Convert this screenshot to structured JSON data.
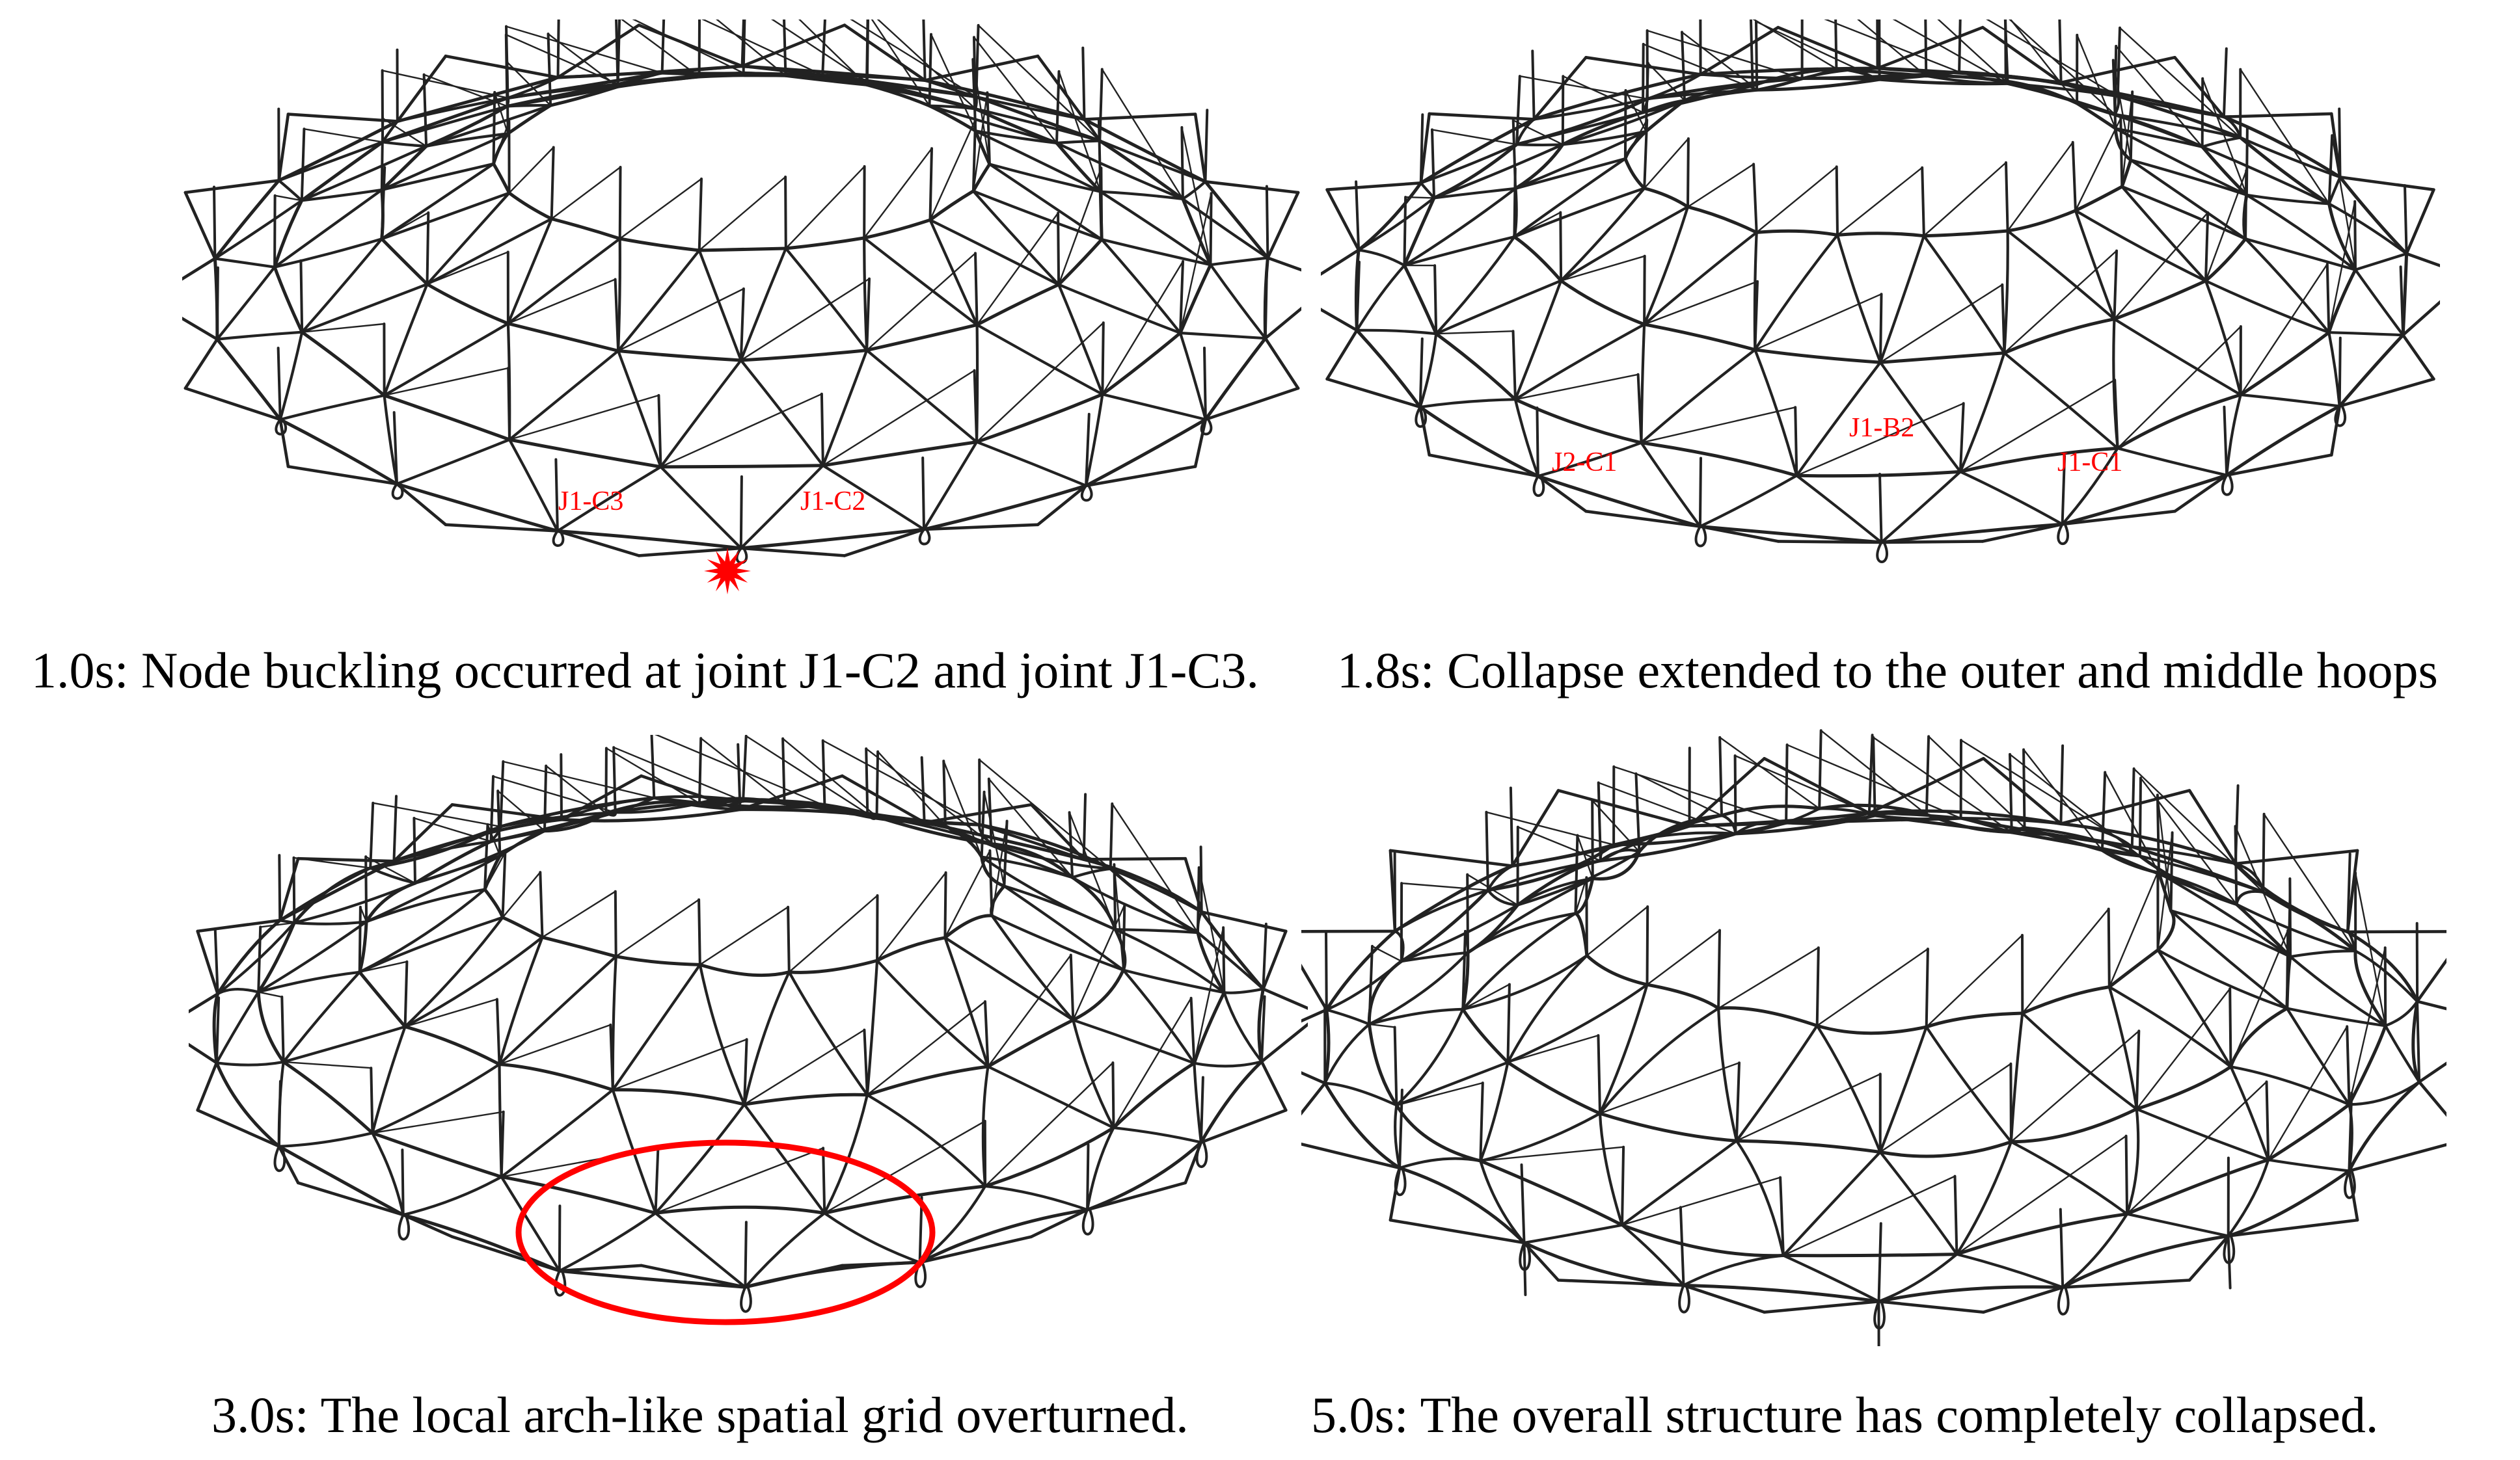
{
  "colors": {
    "stroke": "#222222",
    "accent": "#ff0000",
    "background": "#ffffff"
  },
  "panels": [
    {
      "id": "p1",
      "state": "node-buckling",
      "caption": "1.0s: Node buckling occurred at joint J1-C2 and joint J1-C3.",
      "labels": [
        "J1-C3",
        "J1-C2"
      ]
    },
    {
      "id": "p2",
      "state": "hoops-collapse",
      "caption": "1.8s: Collapse extended to the outer and middle hoops",
      "labels": [
        "J2-C1",
        "J1-B2",
        "J1-C1"
      ]
    },
    {
      "id": "p3",
      "state": "overturned",
      "caption": "3.0s: The local arch-like spatial grid overturned.",
      "labels": []
    },
    {
      "id": "p4",
      "state": "collapsed",
      "caption": "5.0s: The overall structure has completely collapsed.",
      "labels": []
    }
  ]
}
